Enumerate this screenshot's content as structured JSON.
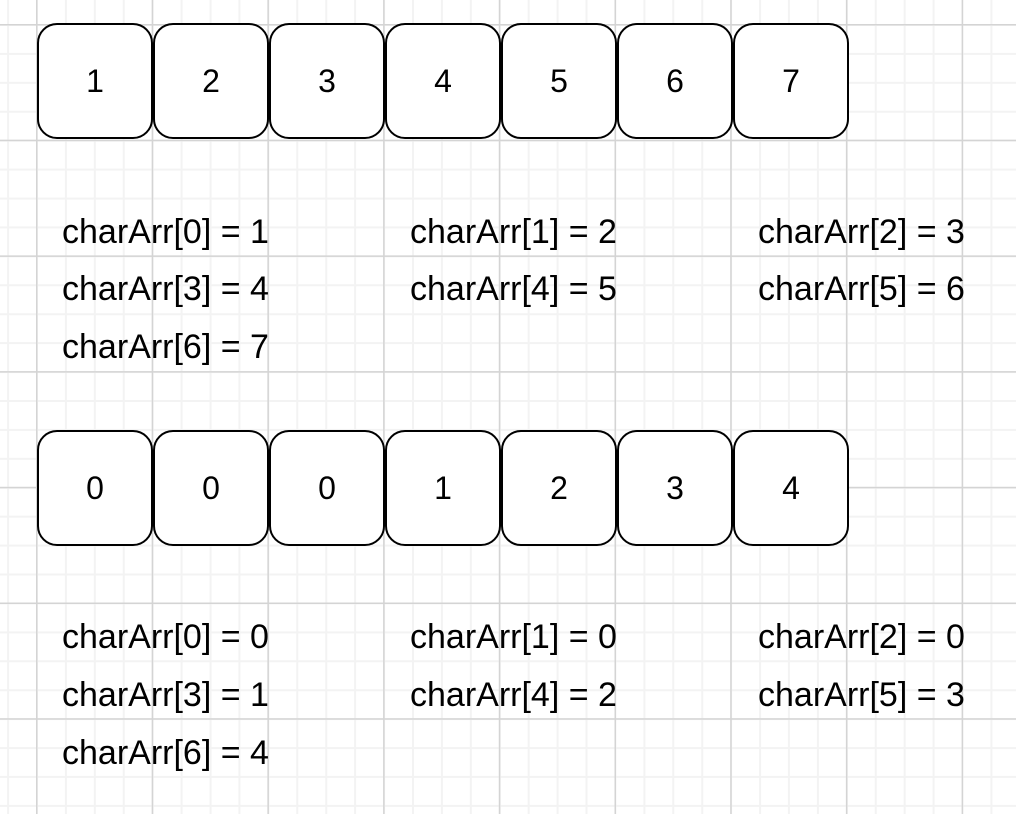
{
  "canvas": {
    "background_color": "#ffffff",
    "grid_minor_color": "#f3f3f3",
    "grid_major_color": "#d4d4d4",
    "shape_border_color": "#000000",
    "text_color": "#000000"
  },
  "array_row_1": {
    "cells": [
      "1",
      "2",
      "3",
      "4",
      "5",
      "6",
      "7"
    ]
  },
  "assignments_block_1": {
    "lines": [
      "charArr[0] = 1",
      "charArr[1] = 2",
      "charArr[2] = 3",
      "charArr[3] = 4",
      "charArr[4] = 5",
      "charArr[5] = 6",
      "charArr[6] = 7"
    ]
  },
  "array_row_2": {
    "cells": [
      "0",
      "0",
      "0",
      "1",
      "2",
      "3",
      "4"
    ]
  },
  "assignments_block_2": {
    "lines": [
      "charArr[0] = 0",
      "charArr[1] = 0",
      "charArr[2] = 0",
      "charArr[3] = 1",
      "charArr[4] = 2",
      "charArr[5] = 3",
      "charArr[6] = 4"
    ]
  }
}
